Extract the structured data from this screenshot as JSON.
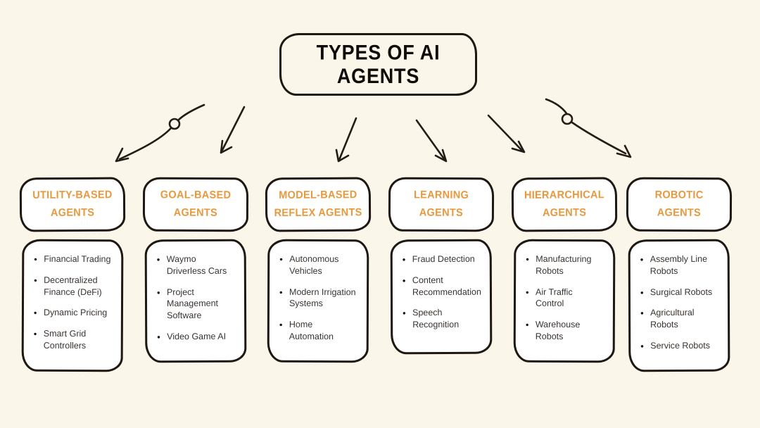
{
  "palette": {
    "background": "#FBF6EA",
    "box_fill": "#FFFFFF",
    "ink": "#1F1712",
    "accent_orange": "#E8993E",
    "body_text": "#3A3430"
  },
  "title": "TYPES OF AI AGENTS",
  "columns": [
    {
      "heading": "UTILITY-BASED\nAGENTS",
      "items": [
        "Financial Trading",
        "Decentralized\nFinance (DeFi)",
        "Dynamic Pricing",
        "Smart Grid\nControllers"
      ]
    },
    {
      "heading": "GOAL-BASED\nAGENTS",
      "items": [
        "Waymo\nDriverless Cars",
        "Project\nManagement\nSoftware",
        "Video Game AI"
      ]
    },
    {
      "heading": "MODEL-BASED\nREFLEX AGENTS",
      "items": [
        "Autonomous\nVehicles",
        "Modern Irrigation\nSystems",
        "Home\nAutomation"
      ]
    },
    {
      "heading": "LEARNING\nAGENTS",
      "items": [
        "Fraud Detection",
        "Content\nRecommendation",
        "Speech\nRecognition"
      ]
    },
    {
      "heading": "HIERARCHICAL\nAGENTS",
      "items": [
        "Manufacturing\nRobots",
        "Air Traffic\nControl",
        "Warehouse\nRobots"
      ]
    },
    {
      "heading": "ROBOTIC\nAGENTS",
      "items": [
        "Assembly Line\nRobots",
        "Surgical Robots",
        "Agricultural\nRobots",
        "Service Robots"
      ]
    }
  ]
}
